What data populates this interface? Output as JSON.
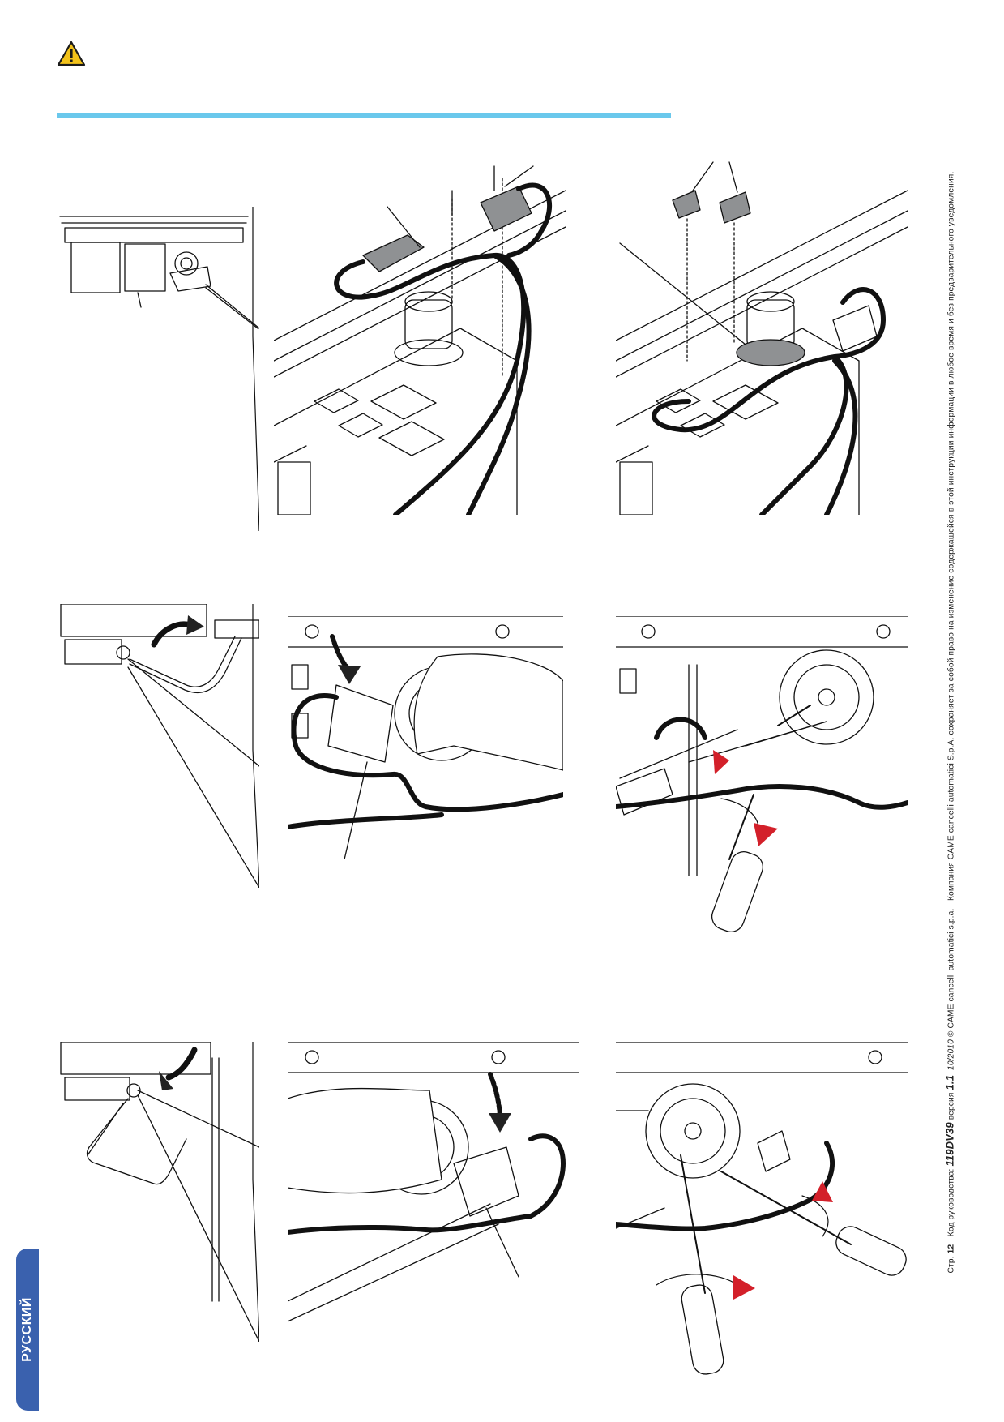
{
  "colors": {
    "accent_rule": "#6ac8ec",
    "language_tab": "#3a61ae",
    "warning_yellow": "#f2c21a",
    "arrow_red": "#d3202a",
    "arrow_dark": "#222222",
    "part_grey": "#8f9193",
    "cable_black": "#111111"
  },
  "icons": {
    "warning": "warning-triangle-icon"
  },
  "language_tab": {
    "label": "РУССКИЙ"
  },
  "footer": {
    "page_prefix": "Стр. ",
    "page_number": "12",
    "manual_code_prefix": " - Код руководства: ",
    "manual_code": "119DV39",
    "version_prefix": " версия ",
    "version": "1.1",
    "date": "10/2010",
    "copyright": " © CAME cancelli automatici s.p.a. - Компания CAME cancelli automatici S.p.A. сохраняет за собой право на изменение содержащейся в этой инструкции информации в любое время и без предварительного уведомления."
  }
}
